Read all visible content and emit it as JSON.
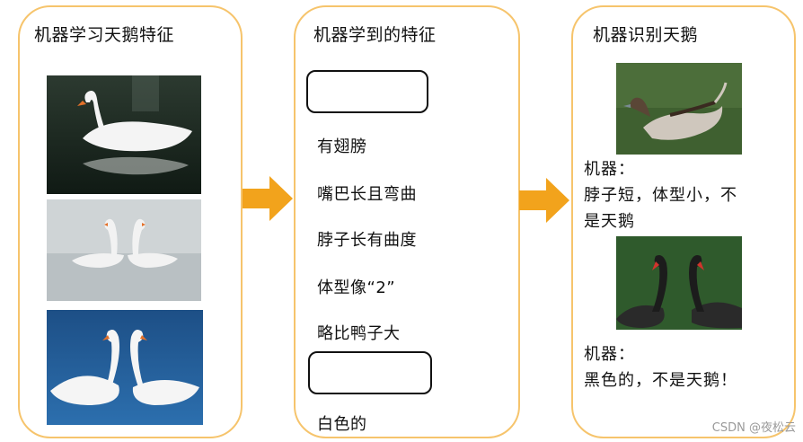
{
  "colors": {
    "panel_border": "#f6c46c",
    "arrow": "#f2a31c"
  },
  "panel_learn": {
    "title": "机器学习天鹅特征"
  },
  "panel_features": {
    "title": "机器学到的特征",
    "features": [
      "有翅膀",
      "嘴巴长且弯曲",
      "脖子长有曲度",
      "体型像“2”",
      "略比鸭子大",
      "白色的"
    ]
  },
  "panel_recognize": {
    "title": "机器识别天鹅",
    "result_1": {
      "line1": "机器：",
      "line2": "脖子短，体型小，不",
      "line3": "是天鹅"
    },
    "result_2": {
      "line1": "机器：",
      "line2": "黑色的，不是天鹅！"
    }
  },
  "watermark": "CSDN @夜松云"
}
